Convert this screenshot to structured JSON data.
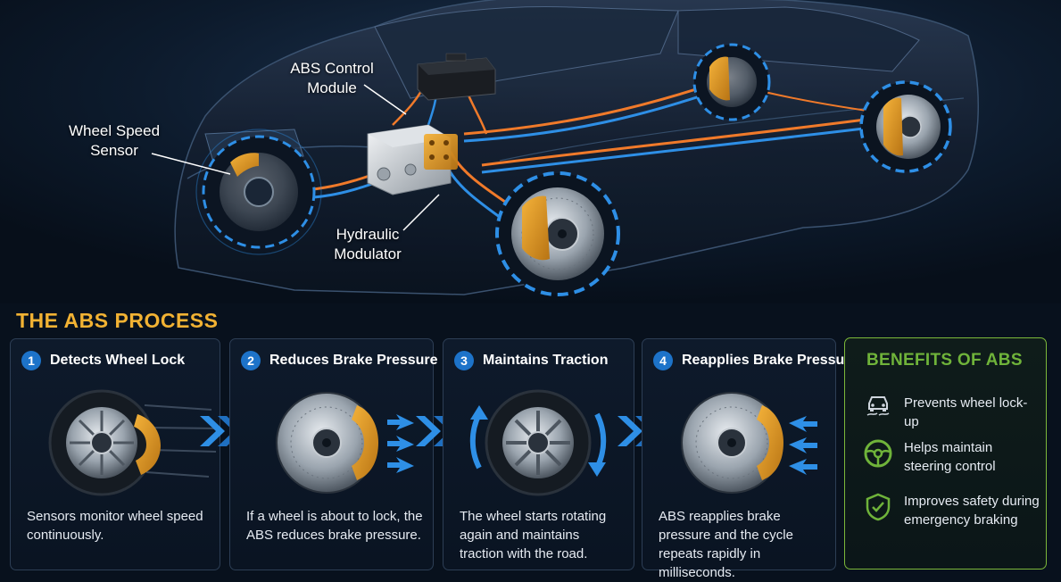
{
  "callouts": {
    "abs_module": "ABS Control\nModule",
    "wheel_sensor": "Wheel Speed\nSensor",
    "hydraulic": "Hydraulic\nModulator"
  },
  "section_title": "THE ABS PROCESS",
  "steps": [
    {
      "number": "1",
      "title": "Detects Wheel Lock",
      "text": "Sensors monitor wheel speed continuously."
    },
    {
      "number": "2",
      "title": "Reduces Brake Pressure",
      "text": "If a wheel is about to lock, the ABS reduces brake pressure."
    },
    {
      "number": "3",
      "title": "Maintains Traction",
      "text": "The wheel starts rotating again and maintains traction with the road."
    },
    {
      "number": "4",
      "title": "Reapplies Brake Pressure",
      "text": "ABS reapplies brake pressure and the cycle repeats rapidly in milliseconds."
    }
  ],
  "benefits": {
    "title": "BENEFITS OF ABS",
    "items": [
      {
        "icon": "car-skid-icon",
        "text": "Prevents wheel lock-up"
      },
      {
        "icon": "steering-wheel-icon",
        "text": "Helps maintain steering control"
      },
      {
        "icon": "shield-check-icon",
        "text": "Improves safety during emergency braking"
      }
    ]
  },
  "colors": {
    "accent_orange": "#f2b233",
    "accent_blue": "#2e8fe6",
    "accent_green": "#6fb33a",
    "line_orange": "#f07a2a"
  }
}
